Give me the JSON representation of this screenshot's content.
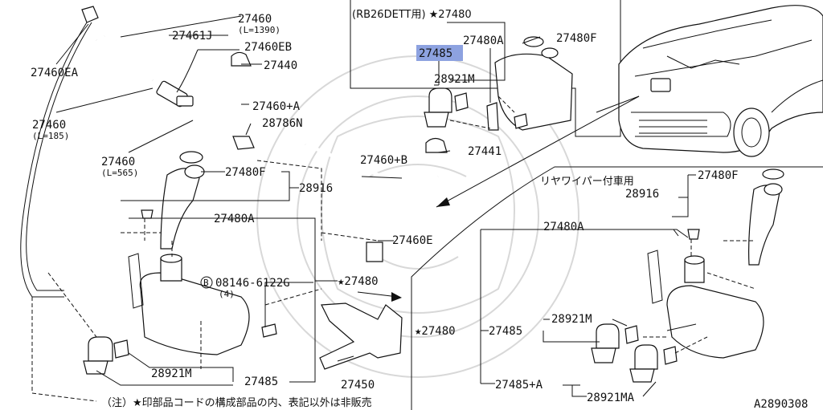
{
  "labels": {
    "p27460_top": "27460",
    "p27460_top_len": "(L=1390)",
    "p27461j": "27461J",
    "p27460eb": "27460EB",
    "p27440": "27440",
    "p27460ea": "27460EA",
    "p27460_a": "27460+A",
    "p28786n": "28786N",
    "p27460_mid": "27460",
    "p27460_mid_len": "(L=185)",
    "p27460_low": "27460",
    "p27460_low_len": "(L=565)",
    "p27480f": "27480F",
    "p28916": "28916",
    "p27480a": "27480A",
    "bolt_code": "08146-6122G",
    "bolt_b": "B",
    "bolt_qty": "(4)",
    "p28921m": "28921M",
    "p27485": "27485",
    "p27450": "27450",
    "star27480_mid": "★27480",
    "p27460b": "27460+B",
    "p27441": "27441",
    "p27460e": "27460E",
    "rb26_title": "(RB26DETT用) ★27480",
    "rb_27480a": "27480A",
    "rb_27480f": "27480F",
    "rb_27485": "27485",
    "rb_28921m": "28921M",
    "rear_title": "リヤワイパー付車用",
    "r_27480f": "27480F",
    "r_28916": "28916",
    "r_27480a": "27480A",
    "r_star27480": "★27480",
    "r_27485": "27485",
    "r_28921m": "28921M",
    "r_27485a": "27485+A",
    "r_28921ma": "28921MA",
    "footnote": "（注）★印部品コードの構成部品の内、表記以外は非販売",
    "diagram_id": "A2890308"
  },
  "colors": {
    "line": "#111111",
    "highlight": "#8da2e0",
    "watermark": "#d8d8d8"
  }
}
